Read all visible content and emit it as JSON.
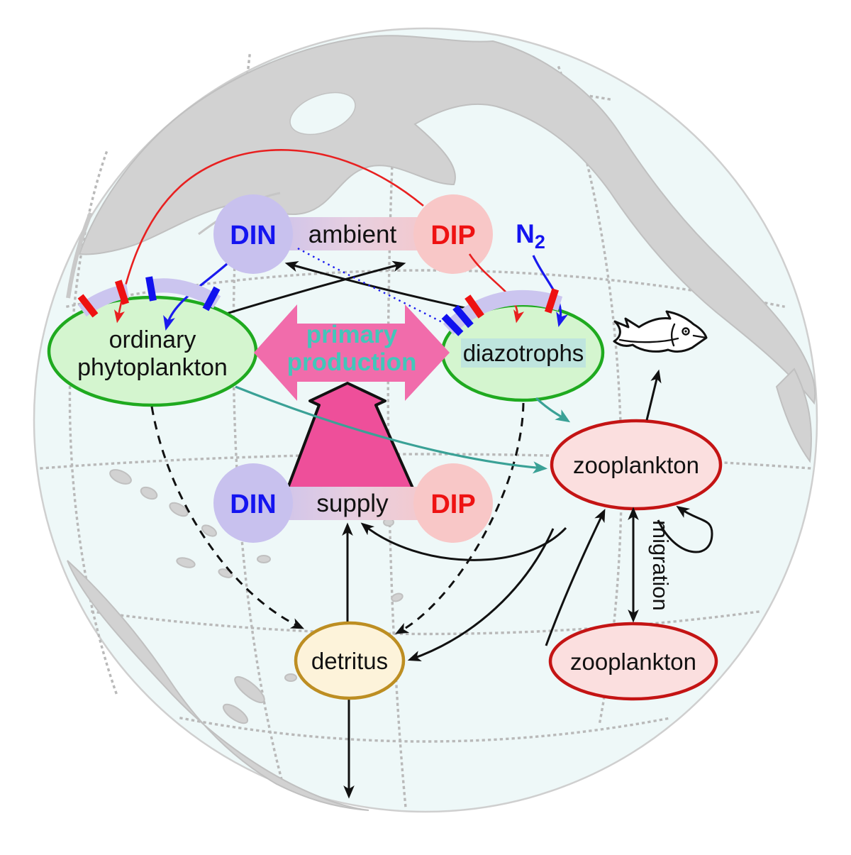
{
  "diagram": {
    "pools": {
      "din_ambient": "DIN",
      "dip_ambient": "DIP",
      "ambient": "ambient",
      "din_supply": "DIN",
      "dip_supply": "DIP",
      "supply": "supply",
      "n2": "N",
      "n2_sub": "2"
    },
    "compartments": {
      "phyto_line1": "ordinary",
      "phyto_line2": "phytoplankton",
      "diazotrophs": "diazotrophs",
      "zooplankton_surface": "zooplankton",
      "zooplankton_deep": "zooplankton",
      "detritus": "detritus"
    },
    "processes": {
      "primary_line1": "primary",
      "primary_line2": "production",
      "migration": "migration"
    },
    "icons": {
      "fish": "fish-icon"
    },
    "colors": {
      "ocean": "#eef8f8",
      "land": "#d2d2d2",
      "graticule": "#b9b9b9",
      "din_blue_text": "#1414f0",
      "dip_red_text": "#ee1212",
      "din_bubble": "#c8c1ee",
      "dip_bubble": "#f8c7c7",
      "green_compartment_fill": "#d4f5cf",
      "green_compartment_stroke": "#1faa1f",
      "diazotroph_highlight": "#bfe5de",
      "primary_production_arrow": "#f16cab",
      "primary_production_text": "#41c7ba",
      "supply_arrow": "#ee4f9a",
      "detritus_fill": "#fdf3da",
      "detritus_stroke": "#bd8e22",
      "zooplankton_fill": "#fbdfdf",
      "zooplankton_stroke": "#c41414",
      "teal_arrow": "#3aa196",
      "red_arrow": "#e82020",
      "blue_arrow": "#1a1aee",
      "black_arrow": "#111111"
    }
  }
}
